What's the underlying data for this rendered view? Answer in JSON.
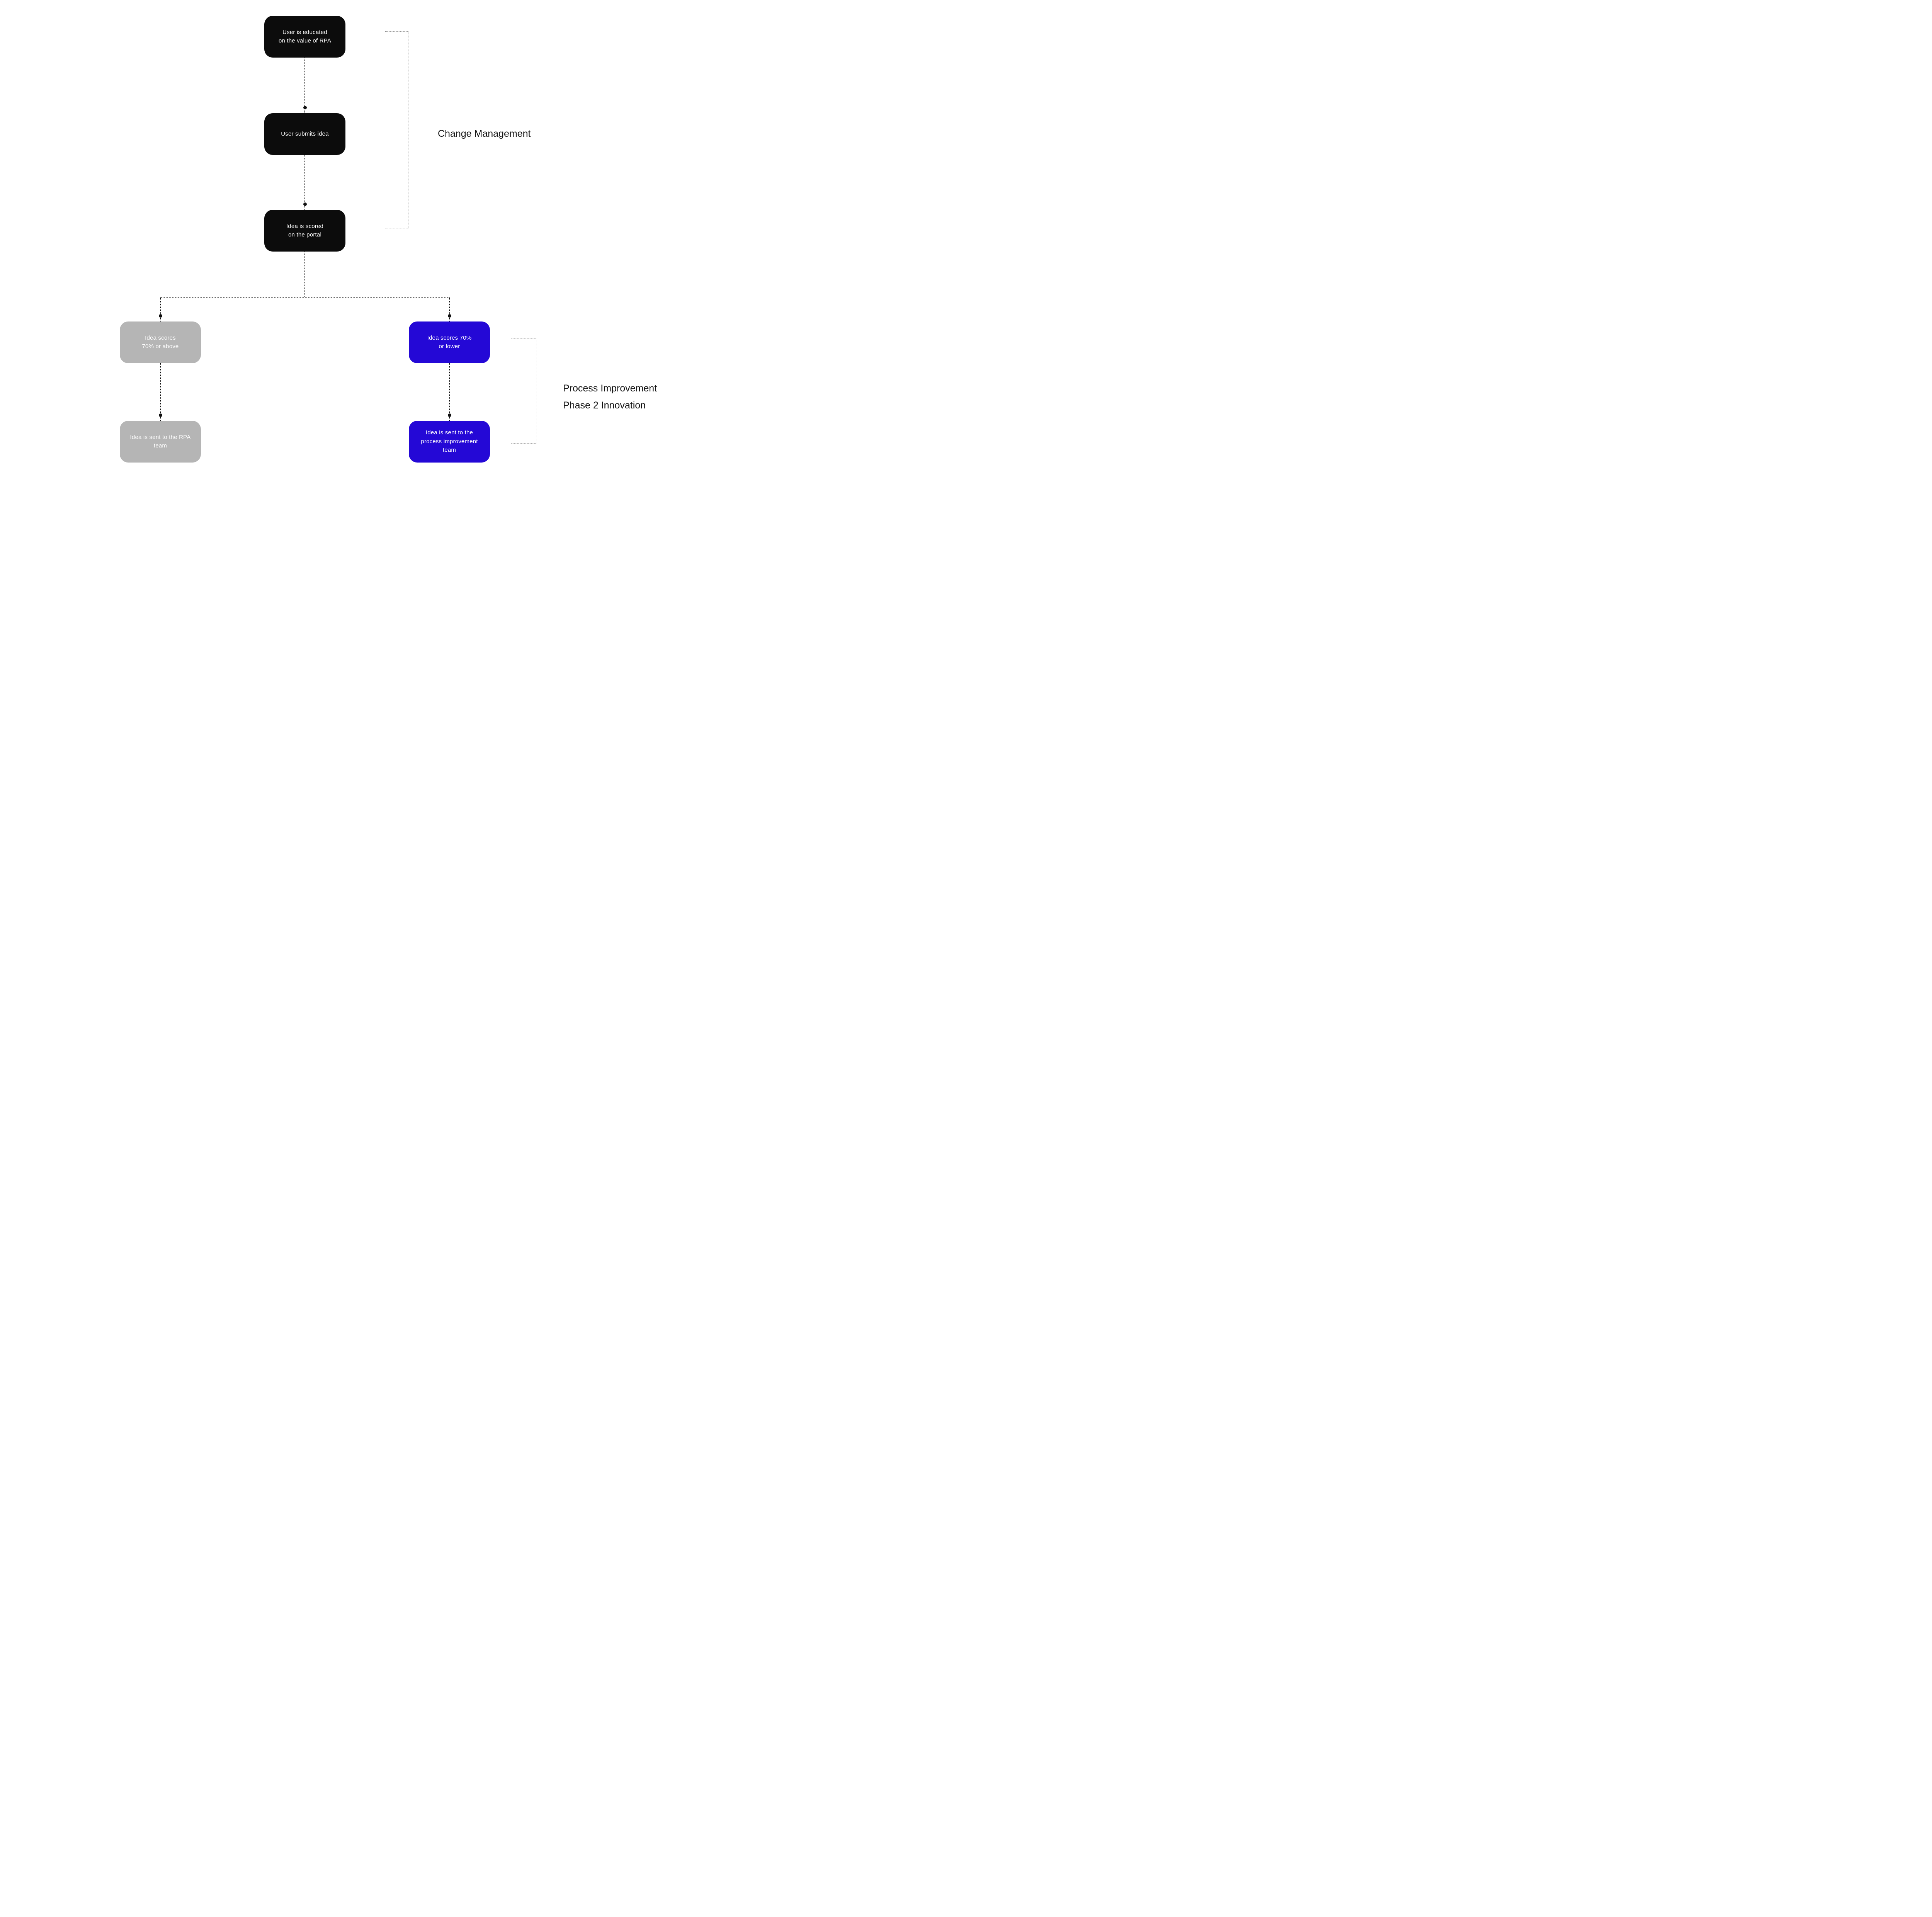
{
  "diagram": {
    "nodes": {
      "educate": {
        "label": "User is educated\non the value of RPA"
      },
      "submit": {
        "label": "User submits idea"
      },
      "score": {
        "label": "Idea is scored\non the portal"
      },
      "score_above": {
        "label": "Idea scores\n70% or above"
      },
      "rpa_team": {
        "label": "Idea is sent to the RPA\nteam"
      },
      "score_lower": {
        "label": "Idea scores 70%\nor lower"
      },
      "pi_team": {
        "label": "Idea is sent to the\nprocess improvement\nteam"
      }
    },
    "annotations": {
      "change_management": {
        "label": "Change Management"
      },
      "process_improvement": {
        "line1": "Process Improvement",
        "line2": "Phase 2 Innovation"
      }
    },
    "colors": {
      "node_black": "#0c0c0c",
      "node_gray": "#b5b5b5",
      "node_blue": "#2408d6",
      "node_text": "#ffffff",
      "connector": "#111111",
      "bracket": "#8f8f8f",
      "annotation_text": "#111111",
      "background": "#ffffff"
    }
  }
}
